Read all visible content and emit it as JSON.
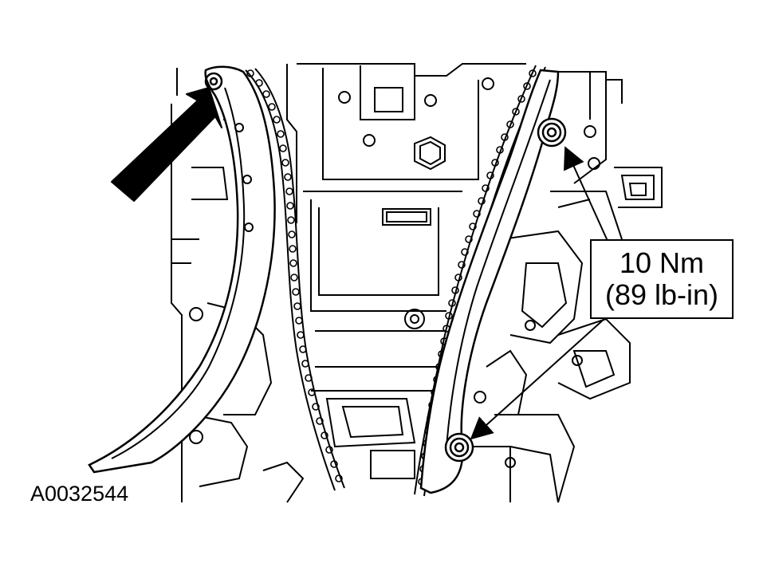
{
  "figure_id": "A0032544",
  "callout": {
    "line1": "10 Nm",
    "line2": "(89 lb-in)"
  },
  "colors": {
    "ink": "#000000",
    "paper": "#ffffff"
  },
  "icons": {
    "direction_arrow": "large-solid-arrow-icon",
    "bolt": "bolt-icon"
  }
}
